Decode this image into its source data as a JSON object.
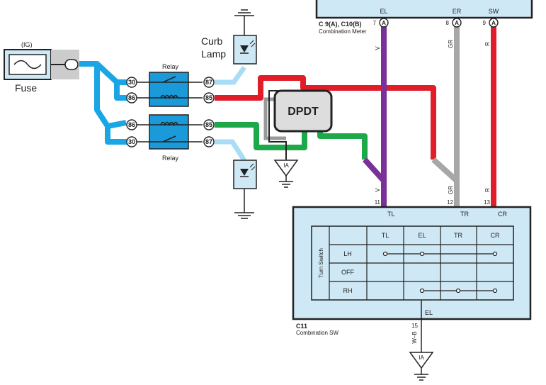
{
  "fuse": {
    "tag": "(IG)",
    "label": "Fuse"
  },
  "curb_lamp": {
    "label_line1": "Curb",
    "label_line2": "Lamp"
  },
  "relays": [
    {
      "label": "Relay",
      "pins": [
        "30",
        "86",
        "87",
        "85"
      ]
    },
    {
      "label": "Relay",
      "pins": [
        "86",
        "30",
        "85",
        "87"
      ]
    }
  ],
  "dpdt": {
    "label": "DPDT"
  },
  "ground_labels": {
    "relay_ground": "IA",
    "switch_ground": "IA"
  },
  "combination_meter": {
    "connector": "C 9(A), C10(B)",
    "name": "Combination Meter",
    "terminals": [
      {
        "name": "EL",
        "pin": "7",
        "conn": "A"
      },
      {
        "name": "ER",
        "pin": "8",
        "conn": "A"
      },
      {
        "name": "SW",
        "pin": "9",
        "conn": "A"
      }
    ]
  },
  "wires": {
    "top": [
      {
        "color": "V"
      },
      {
        "color": "GR"
      },
      {
        "color": "R"
      }
    ],
    "bottom": [
      {
        "color": "V",
        "pin": "11"
      },
      {
        "color": "GR",
        "pin": "12"
      },
      {
        "color": "R",
        "pin": "13"
      }
    ],
    "ground_wire": {
      "pin": "15",
      "color": "W–B"
    }
  },
  "combination_switch": {
    "connector": "C11",
    "name": "Combination SW",
    "top_terminals": [
      "TL",
      "TR",
      "CR"
    ],
    "bottom_terminal": "EL",
    "table": {
      "side_label": "Turn Switch",
      "headers": [
        "TL",
        "EL",
        "TR",
        "CR"
      ],
      "rows": [
        "LH",
        "OFF",
        "RH"
      ]
    }
  },
  "colors": {
    "blue": "#1aa6e4",
    "light_blue": "#a9dcf5",
    "red": "#e11d2a",
    "green": "#1da84a",
    "violet": "#7b2f99",
    "gray": "#a7a7a7",
    "box_fill": "#cfe8f5",
    "relay_fill": "#1a9ad8"
  }
}
